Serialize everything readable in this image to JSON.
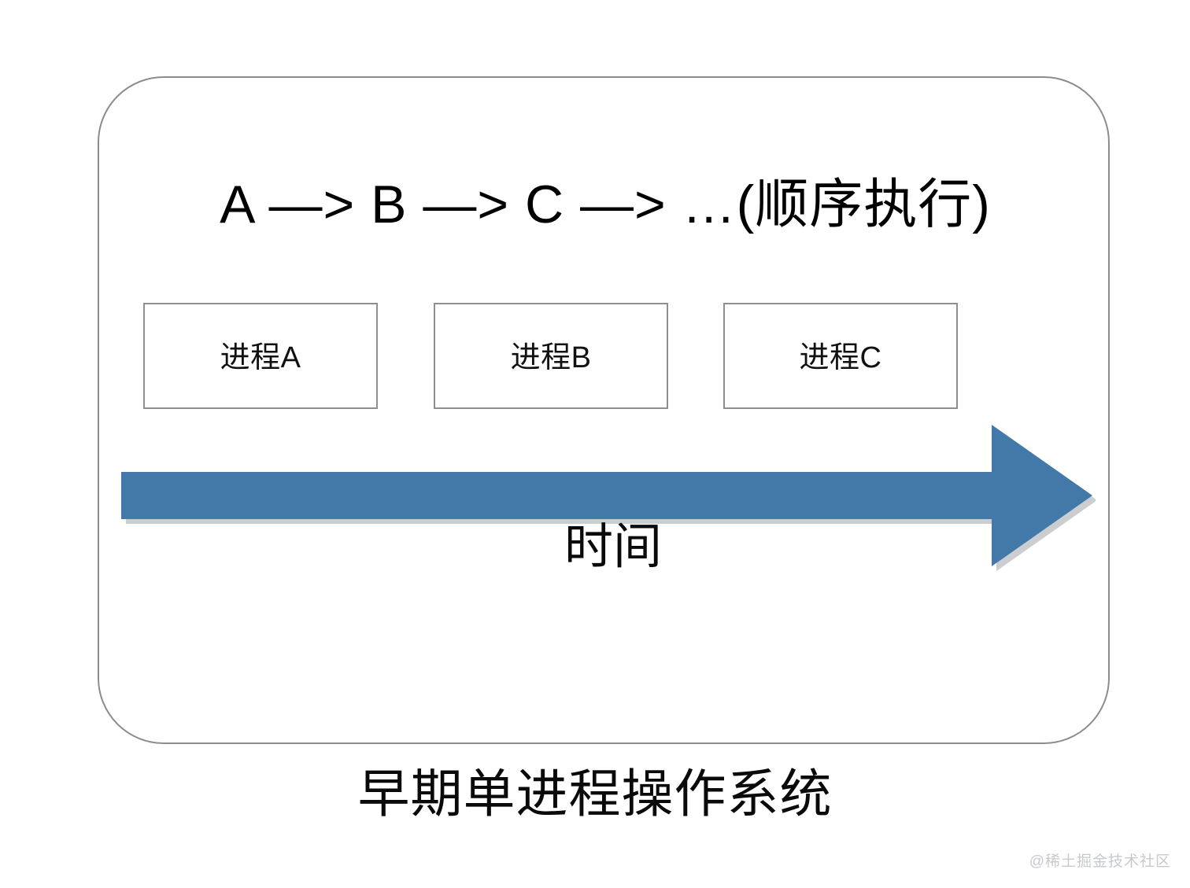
{
  "diagram": {
    "type": "timeline-diagram",
    "frame": {
      "border_color": "#8c8c8c",
      "background": "#ffffff"
    },
    "headline": {
      "text": "A —> B —> C —> …(顺序执行)"
    },
    "processes": {
      "box_border_color": "#8e8e8e",
      "items": [
        {
          "label": "进程A"
        },
        {
          "label": "进程B"
        },
        {
          "label": "进程C"
        }
      ]
    },
    "arrow": {
      "name": "time-arrow",
      "direction": "right",
      "color": "#4379a8",
      "shadow_color": "#b9bcc0",
      "label": "时间"
    },
    "caption": {
      "text": "早期单进程操作系统"
    },
    "watermark": {
      "text": "@稀土掘金技术社区",
      "color": "#c7c9cc"
    }
  }
}
